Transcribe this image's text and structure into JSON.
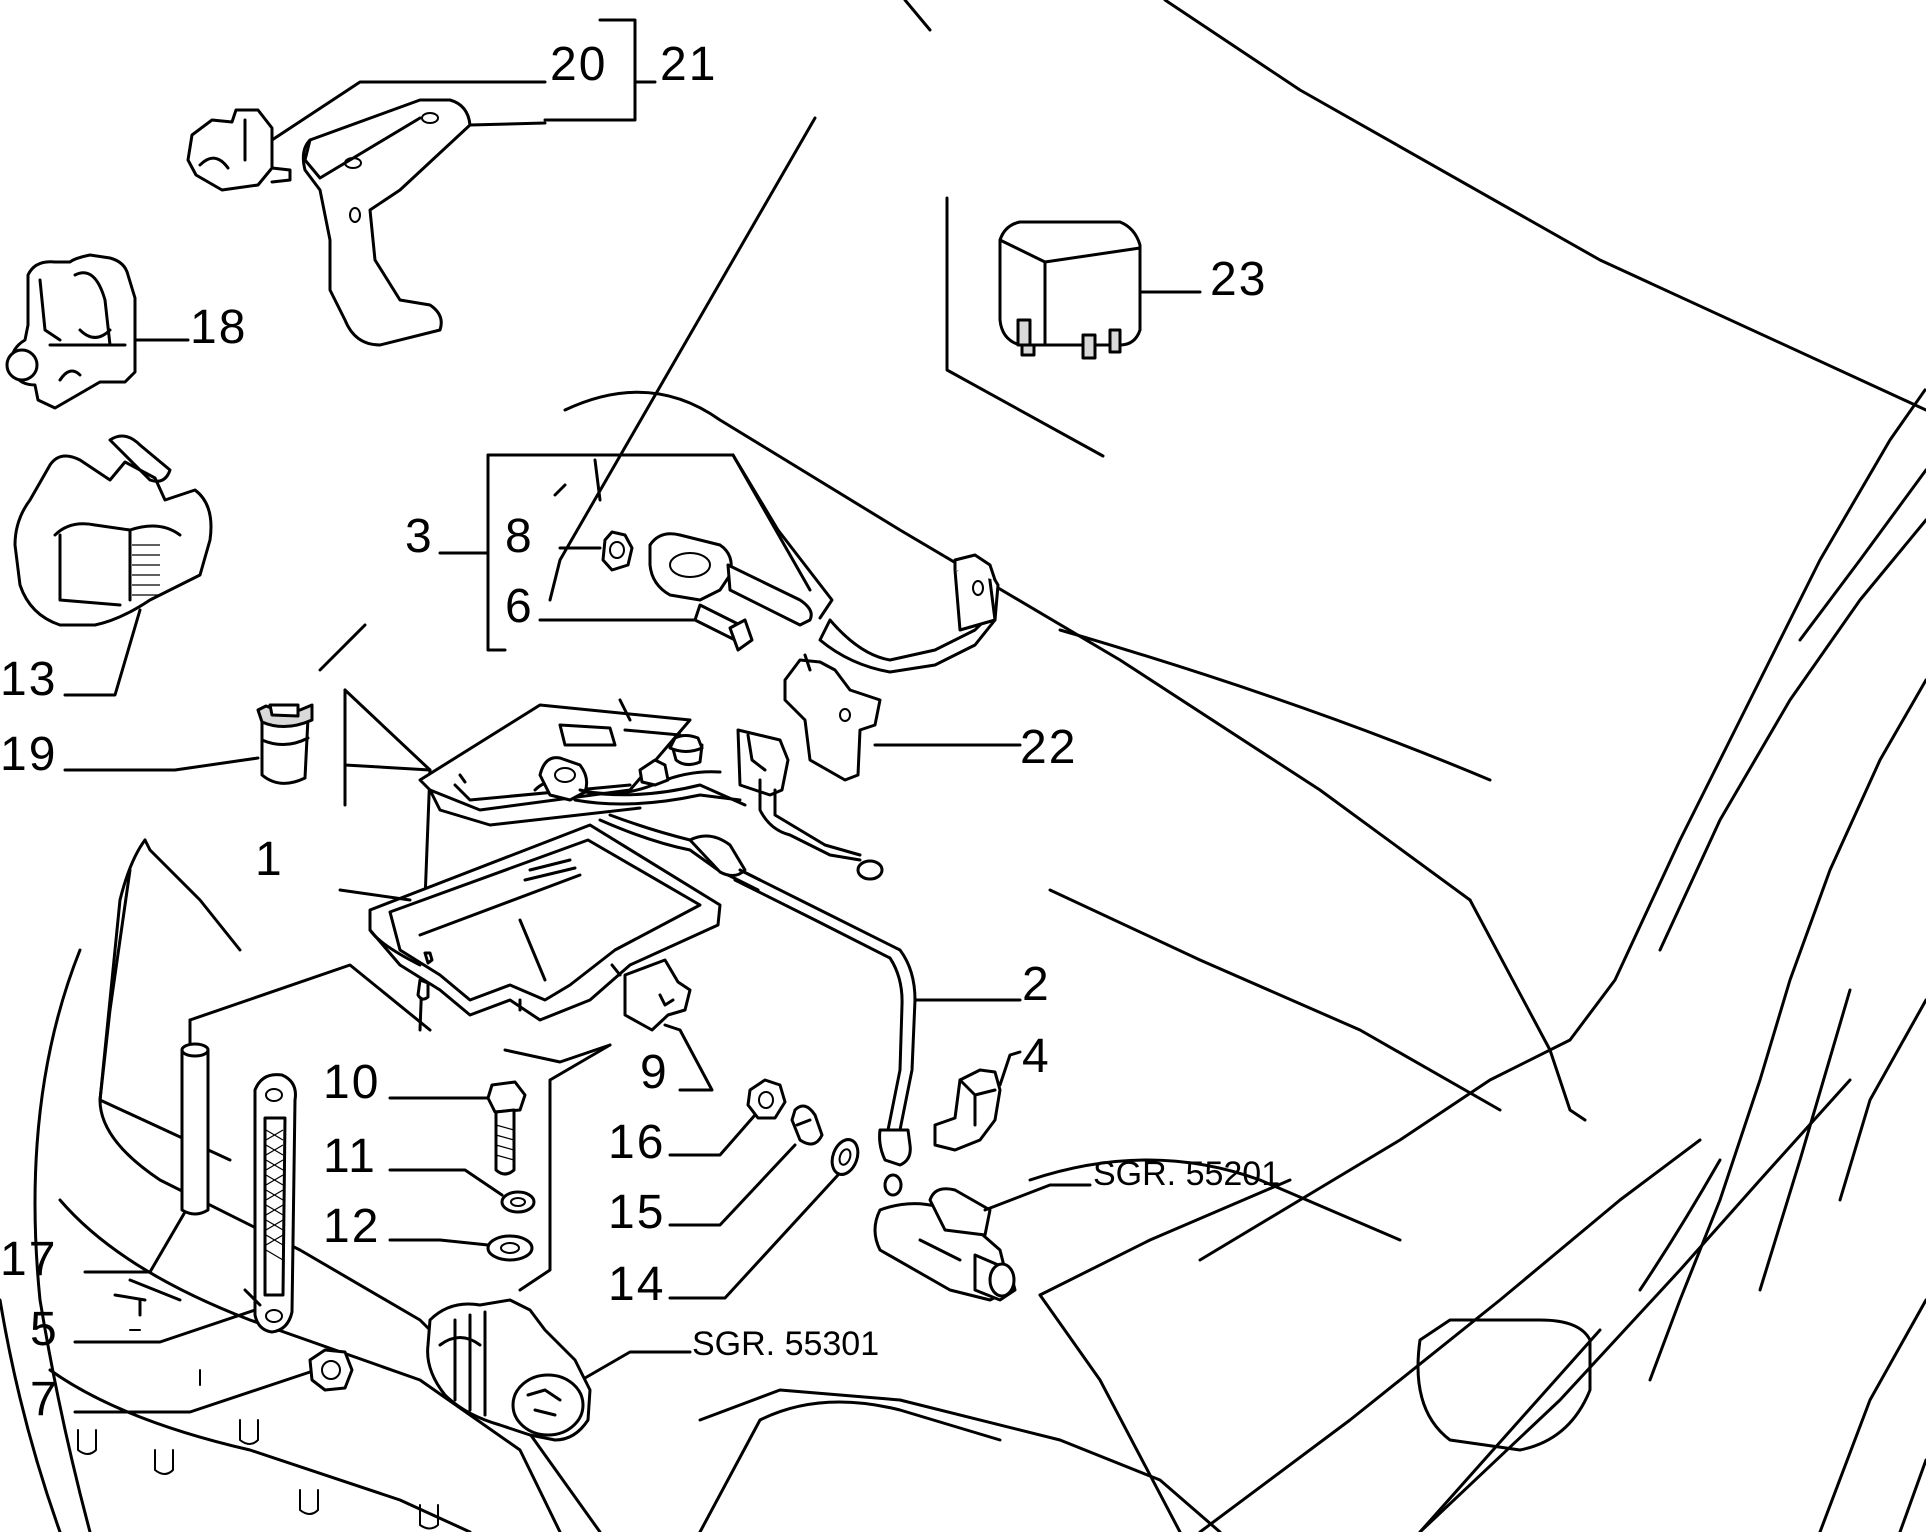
{
  "labels": {
    "l1": "1",
    "l2": "2",
    "l3": "3",
    "l4": "4",
    "l5": "5",
    "l6": "6",
    "l7": "7",
    "l8": "8",
    "l9": "9",
    "l10": "10",
    "l11": "11",
    "l12": "12",
    "l13": "13",
    "l14": "14",
    "l15": "15",
    "l16": "16",
    "l17": "17",
    "l18": "18",
    "l19": "19",
    "l20": "20",
    "l21": "21",
    "l22": "22",
    "l23": "23"
  },
  "references": {
    "starter": "SGR. 55201",
    "alternator": "SGR. 55301"
  }
}
